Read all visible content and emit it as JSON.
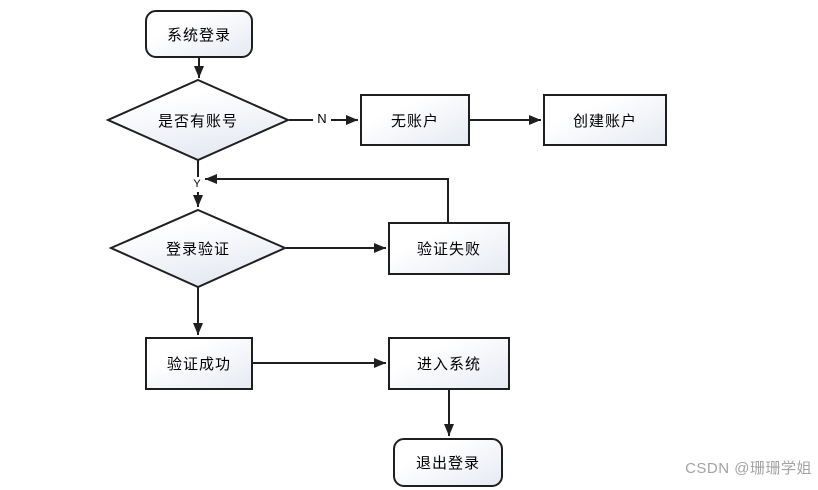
{
  "diagram": {
    "title": "login-flowchart",
    "nodes": {
      "start": {
        "label": "系统登录",
        "shape": "terminator"
      },
      "has_account": {
        "label": "是否有账号",
        "shape": "decision"
      },
      "no_account": {
        "label": "无账户",
        "shape": "process"
      },
      "create_account": {
        "label": "创建账户",
        "shape": "process"
      },
      "login_verify": {
        "label": "登录验证",
        "shape": "decision"
      },
      "verify_fail": {
        "label": "验证失败",
        "shape": "process"
      },
      "verify_success": {
        "label": "验证成功",
        "shape": "process"
      },
      "enter_system": {
        "label": "进入系统",
        "shape": "process"
      },
      "logout": {
        "label": "退出登录",
        "shape": "terminator"
      }
    },
    "edge_labels": {
      "no": "N",
      "yes": "Y"
    },
    "colors": {
      "stroke": "#1f1f1f",
      "fill_top": "#ffffff",
      "fill_bottom": "#e6eaf2"
    }
  },
  "watermark": {
    "text": "CSDN @珊珊学姐"
  }
}
